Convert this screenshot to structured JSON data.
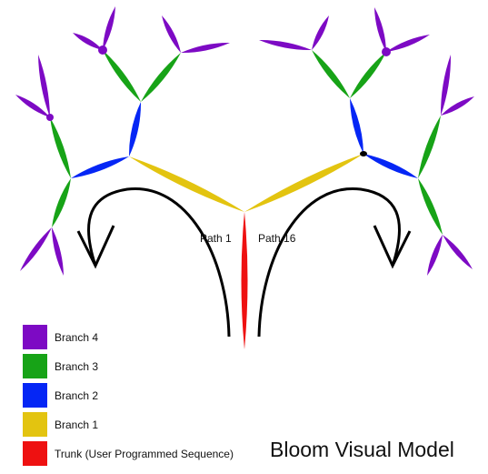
{
  "title": "Bloom Visual Model",
  "path_labels": {
    "left": "Path 1",
    "right": "Path 16"
  },
  "legend": [
    {
      "label": "Branch 4",
      "color": "#7d0ac4"
    },
    {
      "label": "Branch 3",
      "color": "#17a317"
    },
    {
      "label": "Branch 2",
      "color": "#0526f5"
    },
    {
      "label": "Branch 1",
      "color": "#e3c410"
    },
    {
      "label": "Trunk (User Programmed Sequence)",
      "color": "#ee1111"
    }
  ],
  "colors": {
    "trunk": "#ee1111",
    "branch1": "#e3c410",
    "branch2": "#0526f5",
    "branch3": "#17a317",
    "branch4": "#7d0ac4",
    "arrow": "#000000"
  }
}
